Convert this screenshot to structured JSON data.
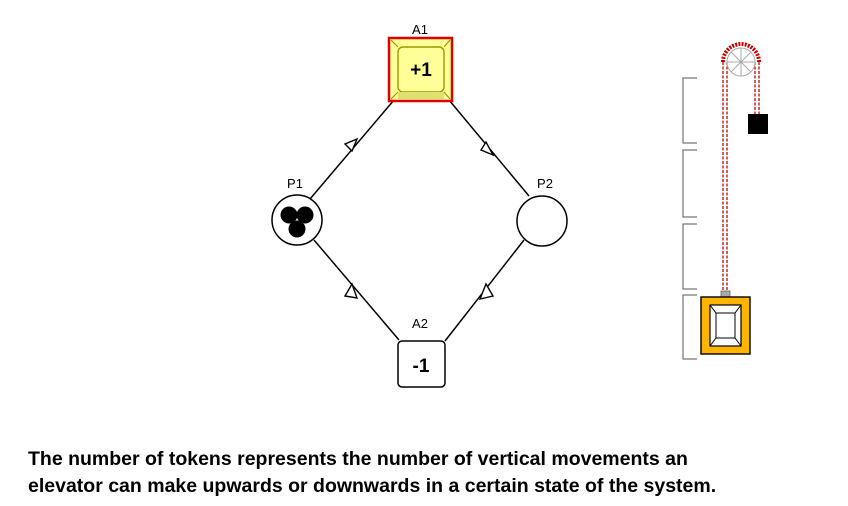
{
  "petri_net": {
    "places": [
      {
        "id": "P1",
        "label": "P1",
        "tokens": 3
      },
      {
        "id": "P2",
        "label": "P2",
        "tokens": 0
      }
    ],
    "transitions": [
      {
        "id": "A1",
        "label": "A1",
        "value_text": "+1",
        "state": "active",
        "fill_color": "#ffff99",
        "border_color": "#e00000"
      },
      {
        "id": "A2",
        "label": "A2",
        "value_text": "-1",
        "state": "inactive",
        "fill_color": "#ffffff",
        "border_color": "#000000"
      }
    ],
    "arcs": [
      {
        "from": "P1",
        "to": "A1"
      },
      {
        "from": "A1",
        "to": "P2"
      },
      {
        "from": "P2",
        "to": "A2"
      },
      {
        "from": "A2",
        "to": "P1"
      }
    ]
  },
  "elevator": {
    "floors": 4,
    "cabin_floor": 1,
    "cabin_color": "#ffb400",
    "chain_color": "#c80000",
    "counterweight_color": "#000000"
  },
  "caption": {
    "line1": "The number of tokens represents the number of vertical movements an",
    "line2": "elevator can make upwards or downwards in a certain state of the system."
  }
}
